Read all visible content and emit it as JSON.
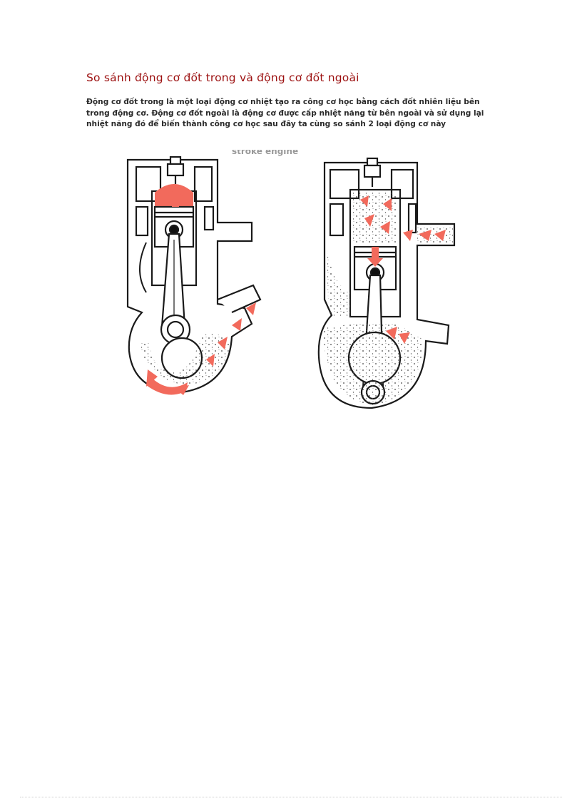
{
  "document": {
    "title": "So sánh động cơ đốt trong  và động cơ đốt ngoài",
    "intro": "Động cơ đốt trong là một loại động cơ nhiệt tạo ra công cơ học bằng cách đốt nhiên liệu bên trong động cơ. Động cơ đốt ngoài là động cơ được cấp nhiệt năng từ bên ngoài và sử dụng lại nhiệt năng đó để biến thành công cơ học sau đây ta cùng so sánh 2 loại động cơ này",
    "figure_caption_fragment": "stroke engine"
  },
  "colors": {
    "title": "#9c1010",
    "text": "#2a2a2a",
    "flow": "#f26a5c",
    "outline": "#1a1a1a"
  }
}
